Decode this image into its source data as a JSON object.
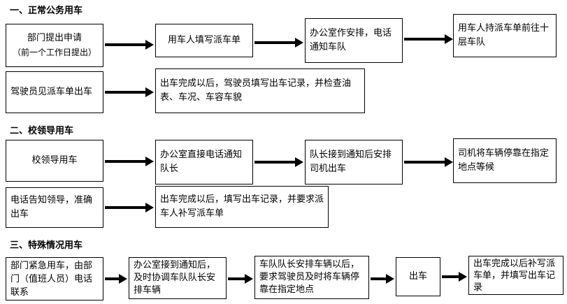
{
  "sections": [
    {
      "heading": "一、正常公务用车",
      "row1": [
        {
          "line1": "部门提出申请",
          "line2": "（前一个工作日提出）"
        },
        {
          "text": "用车人填写派车单"
        },
        {
          "text": "办公室作安排，电话通知车队"
        },
        {
          "text": "用车人持派车单前往十层车队"
        }
      ],
      "row2": [
        {
          "text": "驾驶员见派车单出车"
        },
        {
          "text": "出车完成以后，驾驶员填写出车记录，并检查油表、车况、车容车貌"
        }
      ]
    },
    {
      "heading": "二、校领导用车",
      "row1": [
        {
          "text": "校领导用车"
        },
        {
          "text": "办公室直接电话通知队长"
        },
        {
          "text": "队长接到通知后安排司机出车"
        },
        {
          "text": "司机将车辆停靠在指定地点等候"
        }
      ],
      "row2": [
        {
          "text": "电话告知领导，准确出车"
        },
        {
          "text": "出车完成以后，填写出车记录，并要求派车人补写派车单"
        }
      ]
    },
    {
      "heading": "三、特殊情况用车",
      "row1": [
        {
          "text": "部门紧急用车，由部门（值班人员）电话联系"
        },
        {
          "text": "办公室接到通知后，及时协调车队队长安排车辆"
        },
        {
          "text": "车队队长安排车辆以后，要求驾驶员及时将车辆停靠在指定地点"
        },
        {
          "text": "出车"
        },
        {
          "text": "出车完成以后补写派车单，并填写出车记录"
        }
      ]
    }
  ]
}
